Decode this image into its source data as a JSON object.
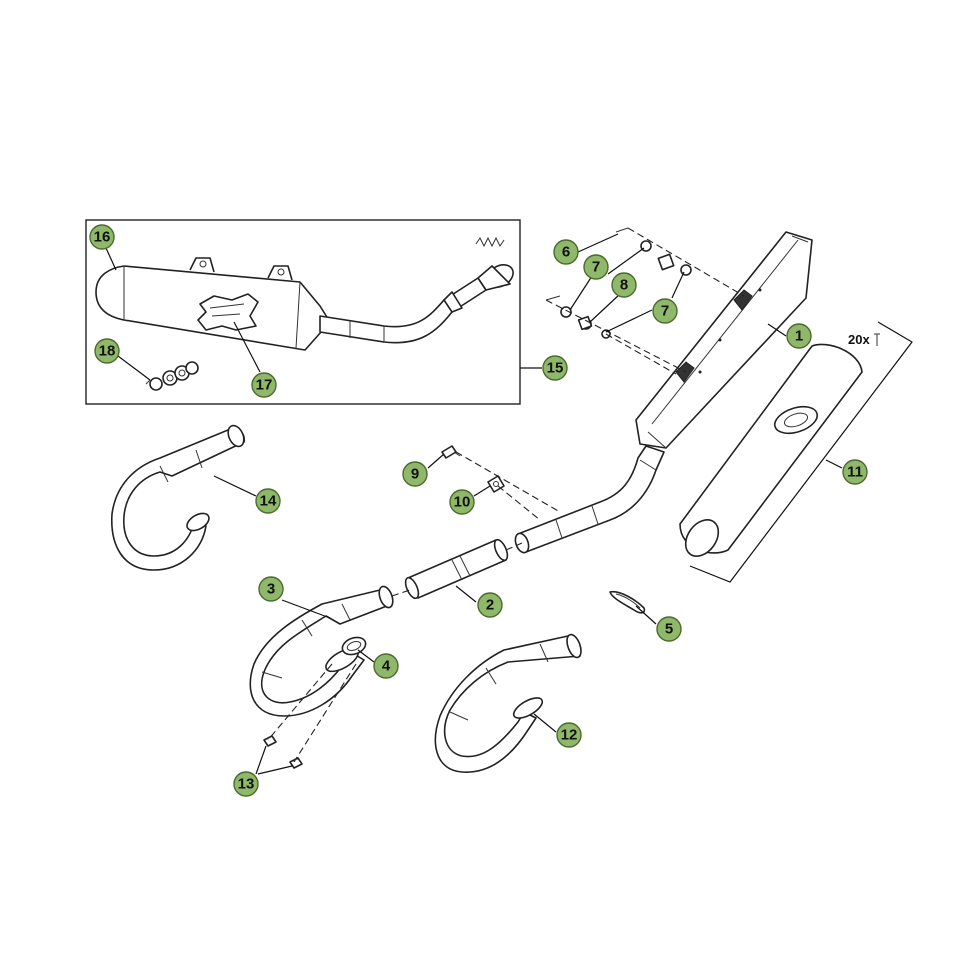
{
  "callouts": [
    {
      "id": "1",
      "label": "1"
    },
    {
      "id": "2",
      "label": "2"
    },
    {
      "id": "3",
      "label": "3"
    },
    {
      "id": "4",
      "label": "4"
    },
    {
      "id": "5",
      "label": "5"
    },
    {
      "id": "6",
      "label": "6"
    },
    {
      "id": "7a",
      "label": "7"
    },
    {
      "id": "7b",
      "label": "7"
    },
    {
      "id": "8",
      "label": "8"
    },
    {
      "id": "9",
      "label": "9"
    },
    {
      "id": "10",
      "label": "10"
    },
    {
      "id": "11",
      "label": "11"
    },
    {
      "id": "12",
      "label": "12"
    },
    {
      "id": "13",
      "label": "13"
    },
    {
      "id": "14",
      "label": "14"
    },
    {
      "id": "15",
      "label": "15"
    },
    {
      "id": "16",
      "label": "16"
    },
    {
      "id": "17",
      "label": "17"
    },
    {
      "id": "18",
      "label": "18"
    }
  ],
  "notes": {
    "rivet_quantity": "20x"
  },
  "colors": {
    "callout_fill": "#8fb86a",
    "callout_stroke": "#4b6b2f",
    "line": "#222222"
  }
}
